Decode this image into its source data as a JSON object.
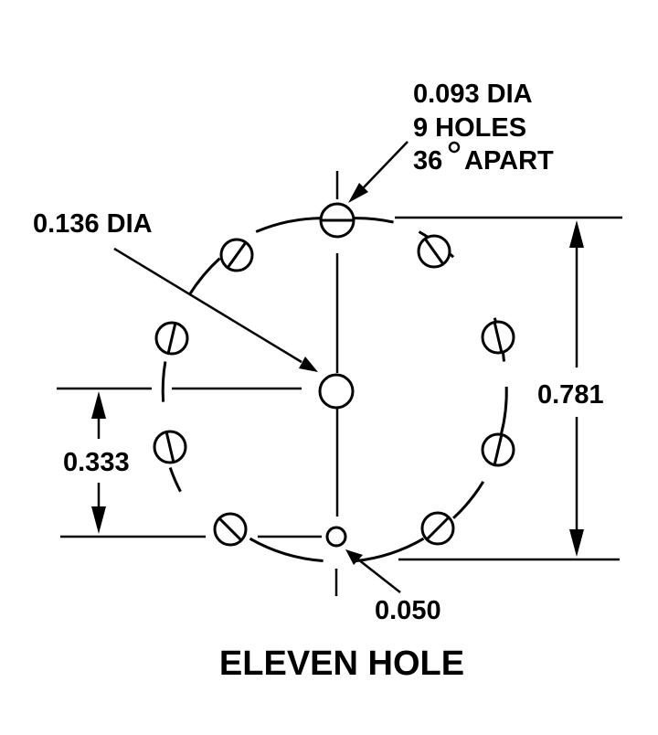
{
  "diagram": {
    "title": "ELEVEN HOLE",
    "callouts": {
      "small_hole_dia": "0.093 DIA",
      "small_hole_count": "9 HOLES",
      "small_hole_spacing_deg": "36",
      "small_hole_spacing_suffix": "APART",
      "center_hole_dia": "0.136 DIA",
      "pin_hole_dia": "0.050"
    },
    "dimensions": {
      "overall_height": "0.781",
      "offset_height": "0.333"
    }
  },
  "colors": {
    "ink": "#000000",
    "paper": "#ffffff"
  }
}
